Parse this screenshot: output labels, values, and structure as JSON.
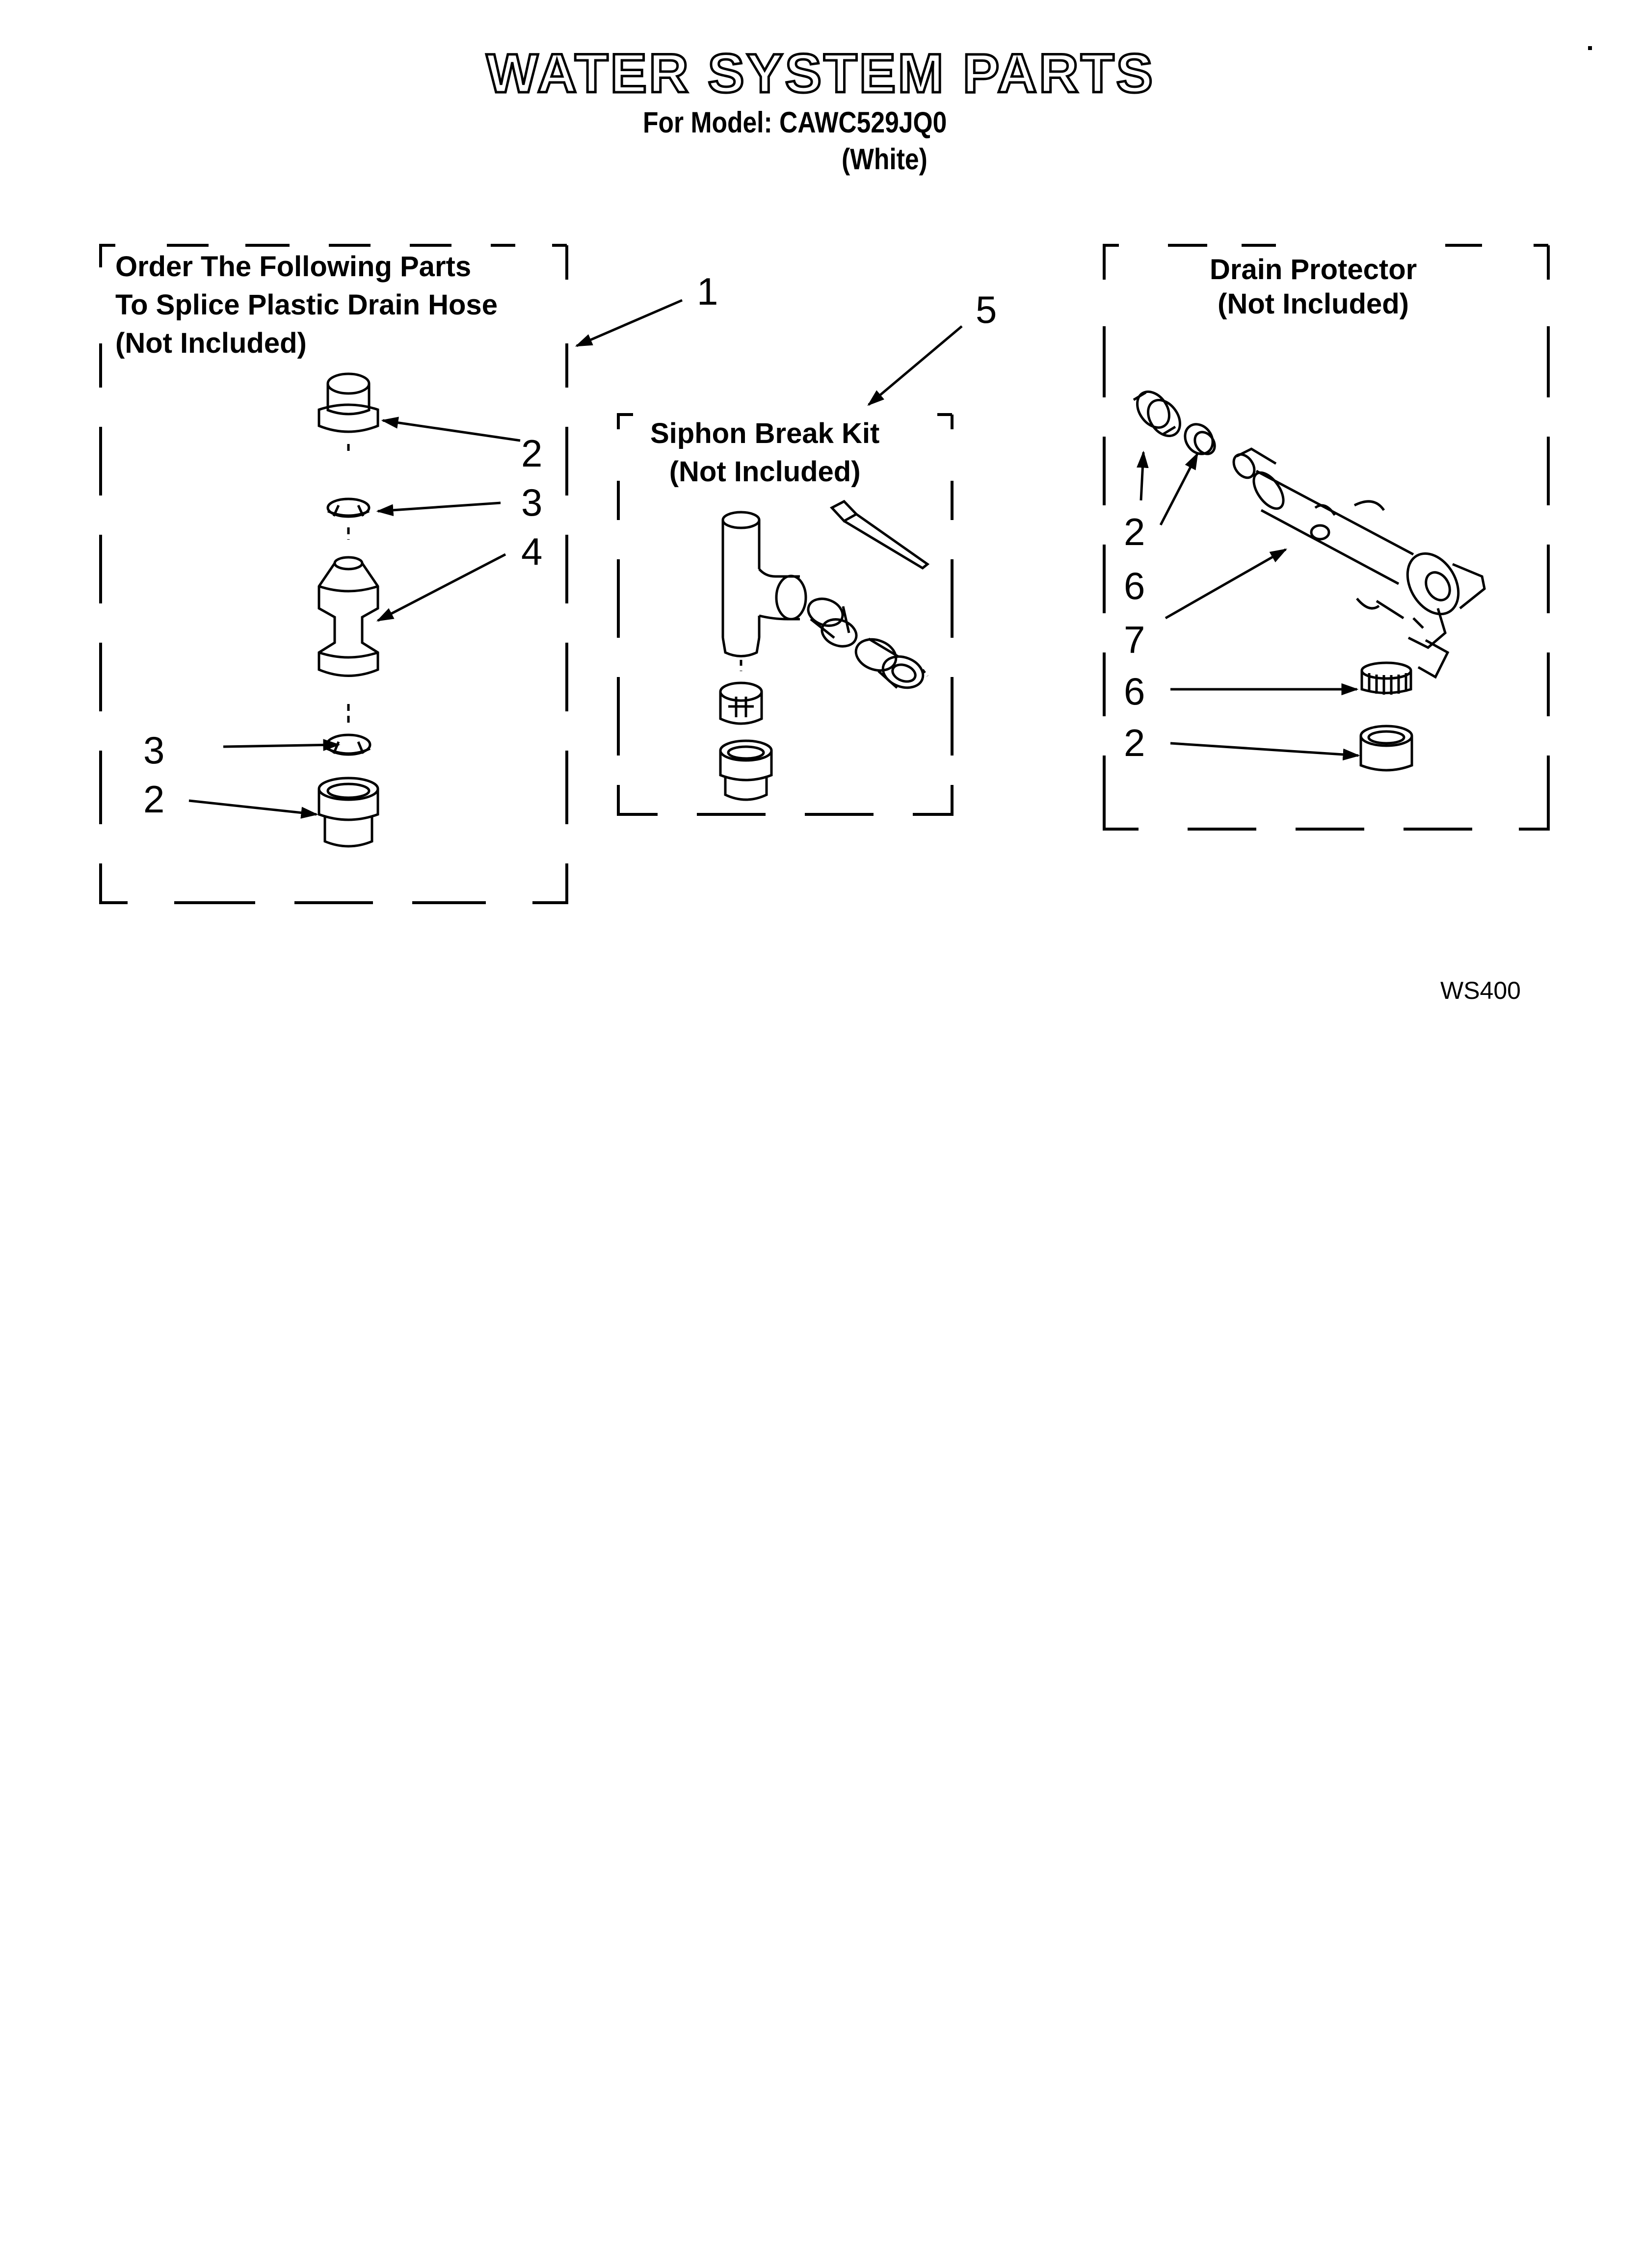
{
  "header": {
    "title": "WATER SYSTEM PARTS",
    "model_line": "For Model: CAWC529JQ0",
    "color_line": "(White)"
  },
  "boxes": {
    "splice": {
      "lines": [
        "Order The Following Parts",
        "To Splice Plastic Drain Hose",
        "(Not Included)"
      ]
    },
    "siphon": {
      "lines": [
        "Siphon Break Kit",
        "(Not Included)"
      ]
    },
    "drain_protector": {
      "lines": [
        "Drain Protector",
        "(Not Included)"
      ]
    }
  },
  "callouts": {
    "splice_kit": "1",
    "splice_top_coupling": "2",
    "splice_top_clamp": "3",
    "splice_connector": "4",
    "splice_bottom_clamp": "3",
    "splice_bottom_coupling": "2",
    "siphon_kit": "5",
    "protector_top_coupling": "2",
    "protector_top_clamp": "6",
    "protector_body": "7",
    "protector_bottom_clamp": "6",
    "protector_bottom_coupling": "2"
  },
  "diagram_code": "WS400"
}
